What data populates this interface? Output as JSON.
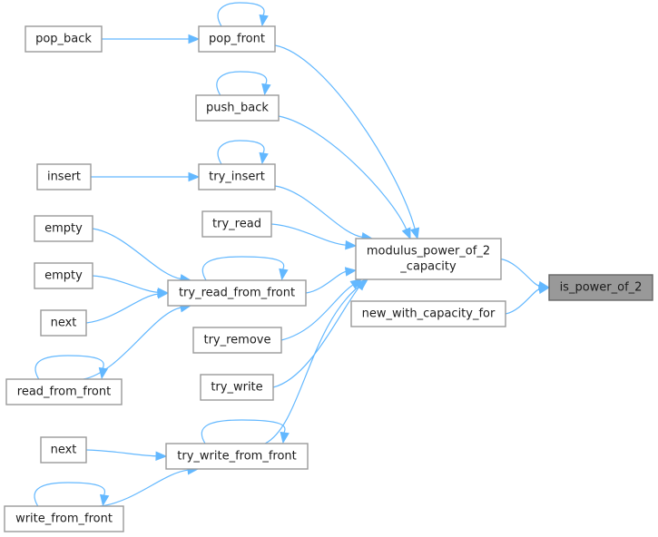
{
  "graph": {
    "title": "is_power_of_2 caller graph",
    "edge_color": "#63b8ff",
    "node_border_color": "#999999",
    "highlight_fill": "#999999",
    "nodes": [
      {
        "id": "pop_back",
        "label": [
          "pop_back"
        ]
      },
      {
        "id": "pop_front",
        "label": [
          "pop_front"
        ]
      },
      {
        "id": "push_back",
        "label": [
          "push_back"
        ]
      },
      {
        "id": "insert",
        "label": [
          "insert"
        ]
      },
      {
        "id": "try_insert",
        "label": [
          "try_insert"
        ]
      },
      {
        "id": "try_read",
        "label": [
          "try_read"
        ]
      },
      {
        "id": "empty_1",
        "label": [
          "empty"
        ]
      },
      {
        "id": "empty_2",
        "label": [
          "empty"
        ]
      },
      {
        "id": "try_read_from_front",
        "label": [
          "try_read_from_front"
        ]
      },
      {
        "id": "next_1",
        "label": [
          "next"
        ]
      },
      {
        "id": "try_remove",
        "label": [
          "try_remove"
        ]
      },
      {
        "id": "read_from_front",
        "label": [
          "read_from_front"
        ]
      },
      {
        "id": "try_write",
        "label": [
          "try_write"
        ]
      },
      {
        "id": "next_2",
        "label": [
          "next"
        ]
      },
      {
        "id": "try_write_from_front",
        "label": [
          "try_write_from_front"
        ]
      },
      {
        "id": "write_from_front",
        "label": [
          "write_from_front"
        ]
      },
      {
        "id": "modulus_power_of_2_capacity",
        "label": [
          "modulus_power_of_2",
          "_capacity"
        ]
      },
      {
        "id": "new_with_capacity_for",
        "label": [
          "new_with_capacity_for"
        ]
      },
      {
        "id": "is_power_of_2",
        "label": [
          "is_power_of_2"
        ],
        "highlight": true
      }
    ],
    "edges": [
      {
        "from": "pop_back",
        "to": "pop_front"
      },
      {
        "from": "pop_front",
        "to": "pop_front"
      },
      {
        "from": "pop_front",
        "to": "modulus_power_of_2_capacity"
      },
      {
        "from": "push_back",
        "to": "push_back"
      },
      {
        "from": "push_back",
        "to": "modulus_power_of_2_capacity"
      },
      {
        "from": "insert",
        "to": "try_insert"
      },
      {
        "from": "try_insert",
        "to": "try_insert"
      },
      {
        "from": "try_insert",
        "to": "modulus_power_of_2_capacity"
      },
      {
        "from": "try_read",
        "to": "modulus_power_of_2_capacity"
      },
      {
        "from": "empty_1",
        "to": "try_read_from_front"
      },
      {
        "from": "empty_2",
        "to": "try_read_from_front"
      },
      {
        "from": "next_1",
        "to": "try_read_from_front"
      },
      {
        "from": "read_from_front",
        "to": "try_read_from_front"
      },
      {
        "from": "read_from_front",
        "to": "read_from_front"
      },
      {
        "from": "try_read_from_front",
        "to": "try_read_from_front"
      },
      {
        "from": "try_read_from_front",
        "to": "modulus_power_of_2_capacity"
      },
      {
        "from": "try_remove",
        "to": "modulus_power_of_2_capacity"
      },
      {
        "from": "try_write",
        "to": "modulus_power_of_2_capacity"
      },
      {
        "from": "next_2",
        "to": "try_write_from_front"
      },
      {
        "from": "write_from_front",
        "to": "try_write_from_front"
      },
      {
        "from": "write_from_front",
        "to": "write_from_front"
      },
      {
        "from": "try_write_from_front",
        "to": "try_write_from_front"
      },
      {
        "from": "try_write_from_front",
        "to": "modulus_power_of_2_capacity"
      },
      {
        "from": "modulus_power_of_2_capacity",
        "to": "is_power_of_2"
      },
      {
        "from": "new_with_capacity_for",
        "to": "is_power_of_2"
      }
    ]
  }
}
